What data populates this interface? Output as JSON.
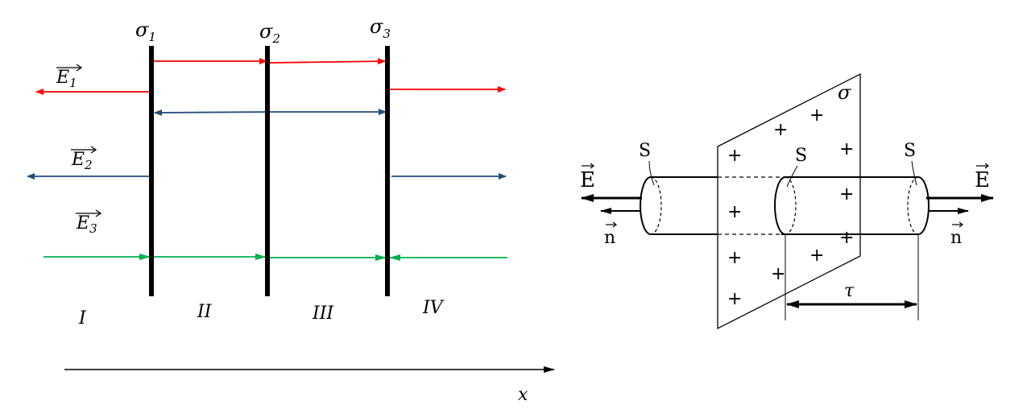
{
  "left": {
    "planes": [
      {
        "sym": "σ",
        "sub": "1"
      },
      {
        "sym": "σ",
        "sub": "2"
      },
      {
        "sym": "σ",
        "sub": "3"
      }
    ],
    "fields": [
      {
        "sym": "E",
        "sub": "1",
        "color": "#ff0000"
      },
      {
        "sym": "E",
        "sub": "2",
        "color": "#1f4e79"
      },
      {
        "sym": "E",
        "sub": "3",
        "color": "#00b050"
      }
    ],
    "regions": [
      "I",
      "II",
      "III",
      "IV"
    ],
    "axis_label": "x"
  },
  "right": {
    "sigma": "σ",
    "surface_label": "S",
    "field_label": "E",
    "normal_label": "n",
    "tau": "τ",
    "plus_sign": "+"
  }
}
